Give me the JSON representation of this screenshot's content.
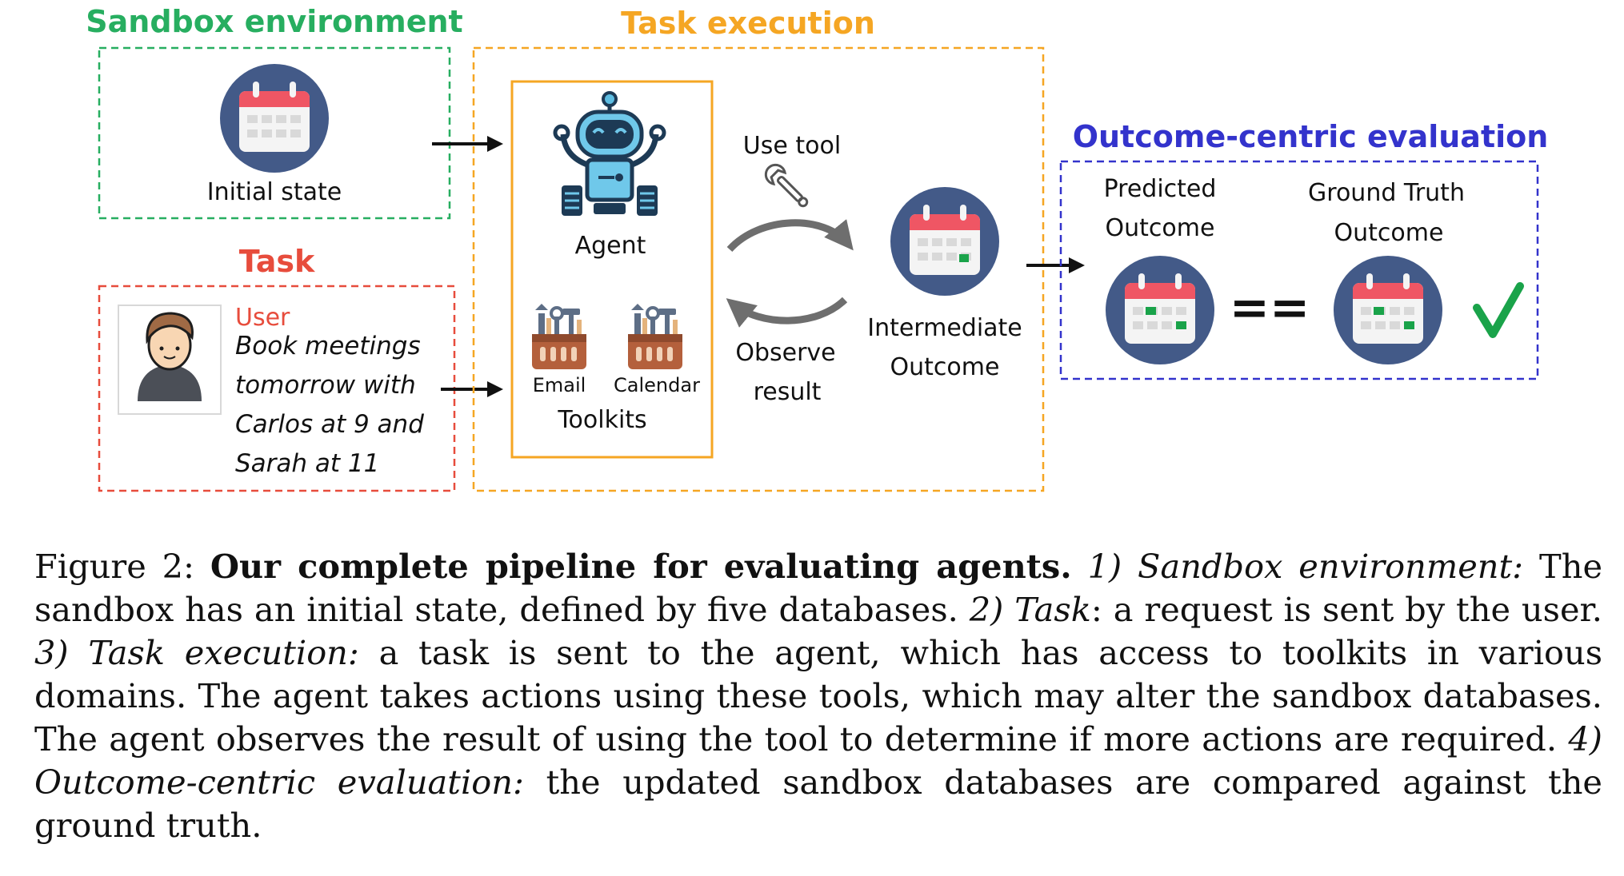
{
  "colors": {
    "sandbox": "#27ae60",
    "task": "#e74c3c",
    "execution": "#f5a623",
    "evaluation": "#3333cc",
    "calendar_circle": "#435a88",
    "calendar_header": "#ef5664",
    "check": "#1aa34a"
  },
  "sandbox": {
    "title": "Sandbox environment",
    "initial_state": "Initial state"
  },
  "task": {
    "title": "Task",
    "user_label": "User",
    "request_lines": [
      "Book meetings",
      "tomorrow with",
      "Carlos at 9 and",
      "Sarah at 11"
    ]
  },
  "execution": {
    "title": "Task execution",
    "agent": "Agent",
    "toolkits": [
      "Email",
      "Calendar"
    ],
    "toolkits_label": "Toolkits",
    "use_tool": "Use tool",
    "observe_lines": [
      "Observe",
      "result"
    ],
    "intermediate_lines": [
      "Intermediate",
      "Outcome"
    ]
  },
  "evaluation": {
    "title": "Outcome-centric evaluation",
    "predicted_lines": [
      "Predicted",
      "Outcome"
    ],
    "ground_truth_lines": [
      "Ground Truth",
      "Outcome"
    ],
    "equals": "==",
    "check_icon": "check-icon"
  },
  "caption": {
    "figure_label": "Figure 2:",
    "bold_title": "Our complete pipeline for evaluating agents.",
    "s1_label": "1) Sandbox environment:",
    "s1_text": "The sandbox has an initial state, defined by five databases.",
    "s2_label": "2) Task",
    "s2_text": ": a request is sent by the user.",
    "s3_label": "3) Task execution:",
    "s3_text": "a task is sent to the agent, which has access to toolkits in various domains. The agent takes actions using these tools, which may alter the sandbox databases. The agent observes the result of using the tool to determine if more actions are required.",
    "s4_label": "4) Outcome-centric evaluation:",
    "s4_text": "the updated sandbox databases are compared against the ground truth."
  }
}
